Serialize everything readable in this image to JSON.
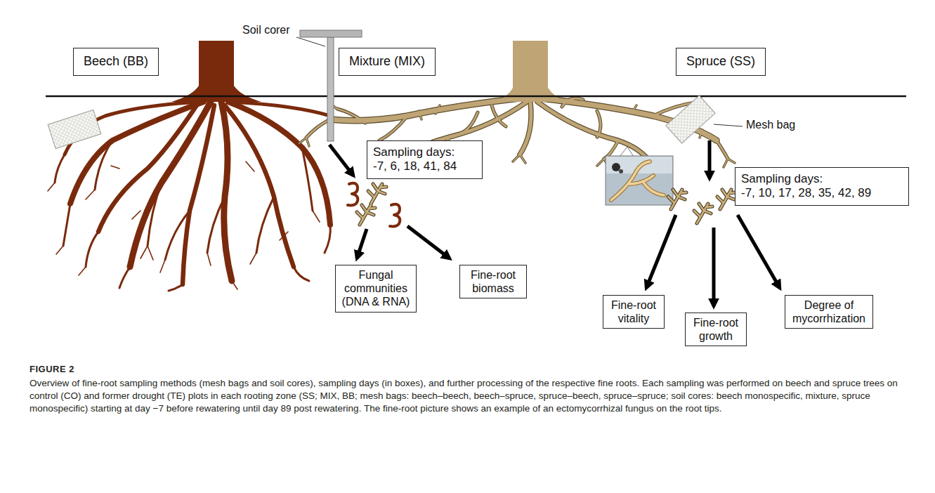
{
  "diagram": {
    "caption": "Overview of fine-root sampling methods (mesh bags and soil cores), sampling days (in boxes), and further processing of the respective fine roots. Each sampling was performed on beech and spruce trees on control (CO) and former drought (TE) plots in each rooting zone (SS; MIX, BB; mesh bags: beech–beech, beech–spruce, spruce–beech, spruce–spruce; soil cores: beech monospecific, mixture, spruce monospecific) starting at day −7 before rewatering until day 89 post rewatering. The fine-root picture shows an example of an ectomycorrhizal fungus on the root tips.",
    "nodes": [
      {
        "text": [
          "Beech (BB)"
        ]
      },
      {
        "text": [
          "Mixture (MIX)"
        ]
      },
      {
        "text": [
          "Spruce (SS)"
        ]
      },
      {
        "text": [
          "Sampling days:",
          "-7, 6, 18, 41, 84"
        ]
      },
      {
        "text": [
          "Sampling days:",
          "-7, 10, 17, 28, 35, 42, 89"
        ]
      },
      {
        "text": [
          "Fungal communities (DNA & RNA)"
        ]
      },
      {
        "text": [
          "Fine-root biomass"
        ]
      },
      {
        "text": [
          "Fine-root vitality"
        ]
      },
      {
        "text": [
          "Fine-root growth"
        ]
      },
      {
        "text": [
          "Degree of mycorrhization"
        ]
      }
    ],
    "labels": [
      "Soil corer",
      "Mesh bag",
      "FIGURE 2"
    ]
  }
}
